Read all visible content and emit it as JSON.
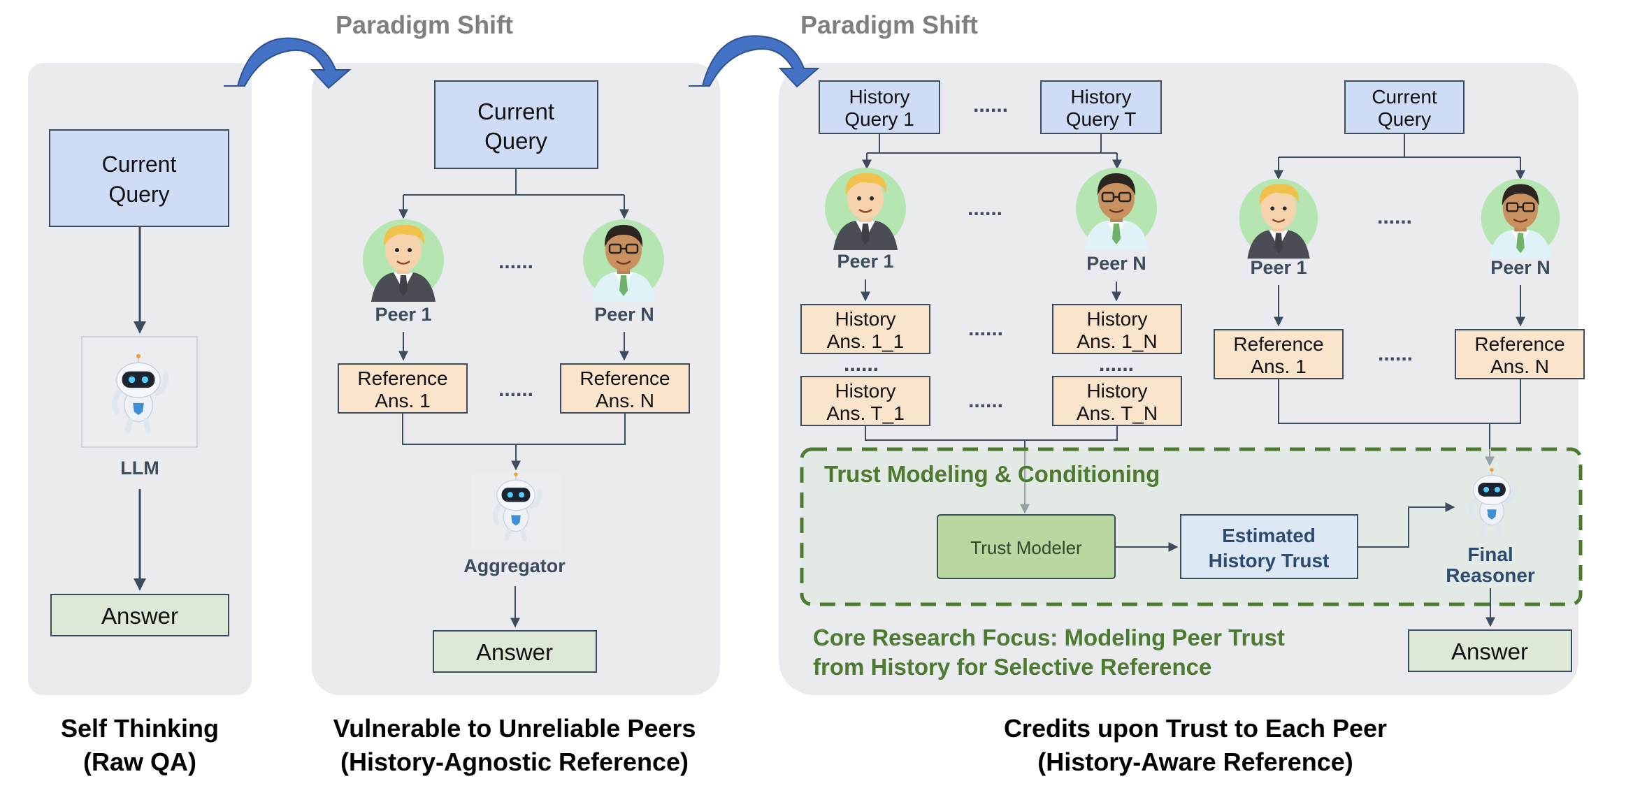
{
  "panel_left": {
    "query": [
      "Current",
      "Query"
    ],
    "robot_label": "LLM",
    "answer": "Answer",
    "caption": [
      "Self Thinking",
      "(Raw QA)"
    ]
  },
  "shift_label_1": "Paradigm Shift",
  "shift_label_2": "Paradigm Shift",
  "panel_mid": {
    "query": [
      "Current",
      "Query"
    ],
    "peer_1": "Peer 1",
    "peer_n": "Peer N",
    "dots": "......",
    "ref_1": [
      "Reference",
      "Ans. 1"
    ],
    "ref_n": [
      "Reference",
      "Ans. N"
    ],
    "robot_label": "Aggregator",
    "answer": "Answer",
    "caption": [
      "Vulnerable to Unreliable Peers",
      "(History-Agnostic Reference)"
    ]
  },
  "panel_right": {
    "hist_query_1": [
      "History",
      "Query 1"
    ],
    "hist_query_t": [
      "History",
      "Query T"
    ],
    "current_query": [
      "Current",
      "Query"
    ],
    "peer_1": "Peer 1",
    "peer_n": "Peer N",
    "dots": "......",
    "hist_ans_1_1": [
      "History",
      "Ans. 1_1"
    ],
    "hist_ans_1_n": [
      "History",
      "Ans. 1_N"
    ],
    "hist_ans_t_1": [
      "History",
      "Ans. T_1"
    ],
    "hist_ans_t_n": [
      "History",
      "Ans. T_N"
    ],
    "ref_1": [
      "Reference",
      "Ans. 1"
    ],
    "ref_n": [
      "Reference",
      "Ans. N"
    ],
    "trust_title": "Trust Modeling & Conditioning",
    "trust_modeler": "Trust Modeler",
    "estimated_trust": [
      "Estimated",
      "History Trust"
    ],
    "final_reasoner": [
      "Final",
      "Reasoner"
    ],
    "answer": "Answer",
    "focus_note": [
      "Core Research Focus: Modeling Peer Trust",
      "from History for Selective Reference"
    ],
    "caption": [
      "Credits upon Trust to Each Peer",
      "(History-Aware Reference)"
    ]
  },
  "colors": {
    "panel_bg": "#e9ebef",
    "query_fill": "#cfdcf6",
    "answer_ref_fill": "#fae4cc",
    "answer_fill": "#dde9d6",
    "trust_green": "#4c7a2e",
    "arrow_blue": "#4472c4",
    "peer_circle": "#b5e6b1"
  }
}
